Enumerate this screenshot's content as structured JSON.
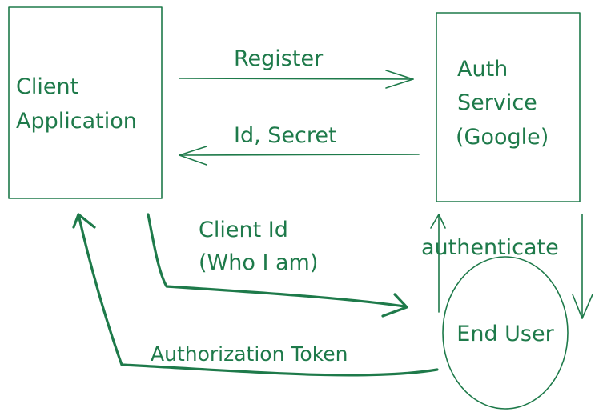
{
  "nodes": {
    "client_line1": "Client",
    "client_line2": "Application",
    "auth_line1": "Auth",
    "auth_line2": "Service",
    "auth_line3": "(Google)",
    "end_user": "End User"
  },
  "edges": {
    "register": "Register",
    "id_secret": "Id, Secret",
    "client_id_line1": "Client Id",
    "client_id_line2": "(Who I am)",
    "authenticate": "authenticate",
    "authorization_token": "Authorization Token"
  },
  "colors": {
    "ink": "#1e7a4a",
    "background": "#ffffff"
  }
}
